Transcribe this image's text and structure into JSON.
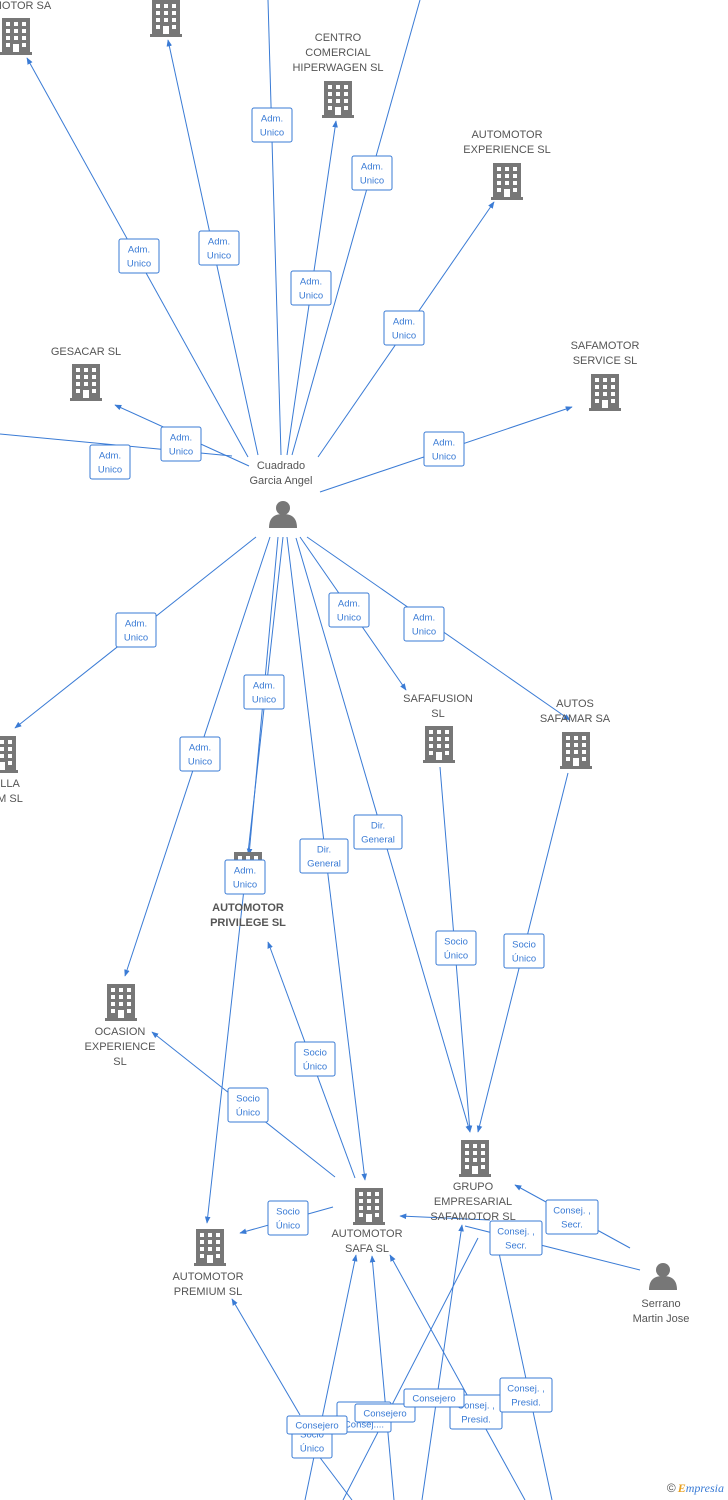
{
  "watermark": {
    "symbol": "©",
    "brand_e": "E",
    "brand_rest": "mpresia"
  },
  "colors": {
    "edge": "#3a7bd5",
    "node": "#777777",
    "text": "#555555"
  },
  "nodes": {
    "automotor_sa": {
      "kind": "company",
      "lines": [
        "MOTOR SA"
      ]
    },
    "top_company": {
      "kind": "company",
      "lines": []
    },
    "centro_comercial": {
      "kind": "company",
      "lines": [
        "CENTRO",
        "COMERCIAL",
        "HIPERWAGEN SL"
      ]
    },
    "automotor_experience": {
      "kind": "company",
      "lines": [
        "AUTOMOTOR",
        "EXPERIENCE SL"
      ]
    },
    "gesacar": {
      "kind": "company",
      "lines": [
        "GESACAR SL"
      ]
    },
    "safamotor_service": {
      "kind": "company",
      "lines": [
        "SAFAMOTOR",
        "SERVICE SL"
      ]
    },
    "cuadrado": {
      "kind": "person",
      "lines": [
        "Cuadrado",
        "Garcia Angel"
      ]
    },
    "lla_m": {
      "kind": "company",
      "lines": [
        "LLA",
        "M SL"
      ]
    },
    "safafusion": {
      "kind": "company",
      "lines": [
        "SAFAFUSION",
        "SL"
      ]
    },
    "autos_safamar": {
      "kind": "company",
      "lines": [
        "AUTOS",
        "SAFAMAR SA"
      ]
    },
    "automotor_privilege": {
      "kind": "company",
      "lines": [
        "AUTOMOTOR",
        "PRIVILEGE  SL"
      ],
      "bold": true
    },
    "ocasion_experience": {
      "kind": "company",
      "lines": [
        "OCASION",
        "EXPERIENCE",
        "SL"
      ]
    },
    "grupo_empresarial": {
      "kind": "company",
      "lines": [
        "GRUPO",
        "EMPRESARIAL",
        "SAFAMOTOR SL"
      ]
    },
    "automotor_safa": {
      "kind": "company",
      "lines": [
        "AUTOMOTOR",
        "SAFA SL"
      ]
    },
    "automotor_premium": {
      "kind": "company",
      "lines": [
        "AUTOMOTOR",
        "PREMIUM SL"
      ]
    },
    "serrano": {
      "kind": "person",
      "lines": [
        "Serrano",
        "Martin Jose"
      ]
    }
  },
  "relations": [
    {
      "lines": [
        "Adm.",
        "Unico"
      ]
    },
    {
      "lines": [
        "Adm.",
        "Unico"
      ]
    },
    {
      "lines": [
        "Adm.",
        "Unico"
      ]
    },
    {
      "lines": [
        "Adm.",
        "Unico"
      ]
    },
    {
      "lines": [
        "Adm.",
        "Unico"
      ]
    },
    {
      "lines": [
        "Adm.",
        "Unico"
      ]
    },
    {
      "lines": [
        "Adm.",
        "Unico"
      ]
    },
    {
      "lines": [
        "Adm.",
        "Unico"
      ]
    },
    {
      "lines": [
        "Adm.",
        "Unico"
      ]
    },
    {
      "lines": [
        "Adm.",
        "Unico"
      ]
    },
    {
      "lines": [
        "Adm.",
        "Unico"
      ]
    },
    {
      "lines": [
        "Adm.",
        "Unico"
      ]
    },
    {
      "lines": [
        "Adm.",
        "Unico"
      ]
    },
    {
      "lines": [
        "Adm.",
        "Unico"
      ]
    },
    {
      "lines": [
        "Adm.",
        "Unico"
      ]
    },
    {
      "lines": [
        "Dir.",
        "General"
      ]
    },
    {
      "lines": [
        "Dir.",
        "General"
      ]
    },
    {
      "lines": [
        "Socio",
        "Único"
      ]
    },
    {
      "lines": [
        "Socio",
        "Único"
      ]
    },
    {
      "lines": [
        "Socio",
        "Único"
      ]
    },
    {
      "lines": [
        "Socio",
        "Único"
      ]
    },
    {
      "lines": [
        "Socio",
        "Único"
      ]
    },
    {
      "lines": [
        "Consej. ,",
        "Secr."
      ]
    },
    {
      "lines": [
        "Consej. ,",
        "Secr."
      ]
    },
    {
      "lines": [
        "Consej. ,",
        "Presid."
      ]
    },
    {
      "lines": [
        "Consej. ,",
        "Presid."
      ]
    },
    {
      "lines": [
        "Socio",
        "Único"
      ]
    },
    {
      "lines": [
        "Co",
        "Consej...."
      ]
    },
    {
      "lines": [
        "Consejero"
      ]
    },
    {
      "lines": [
        "Consejero"
      ]
    },
    {
      "lines": [
        "Consejero"
      ]
    }
  ]
}
